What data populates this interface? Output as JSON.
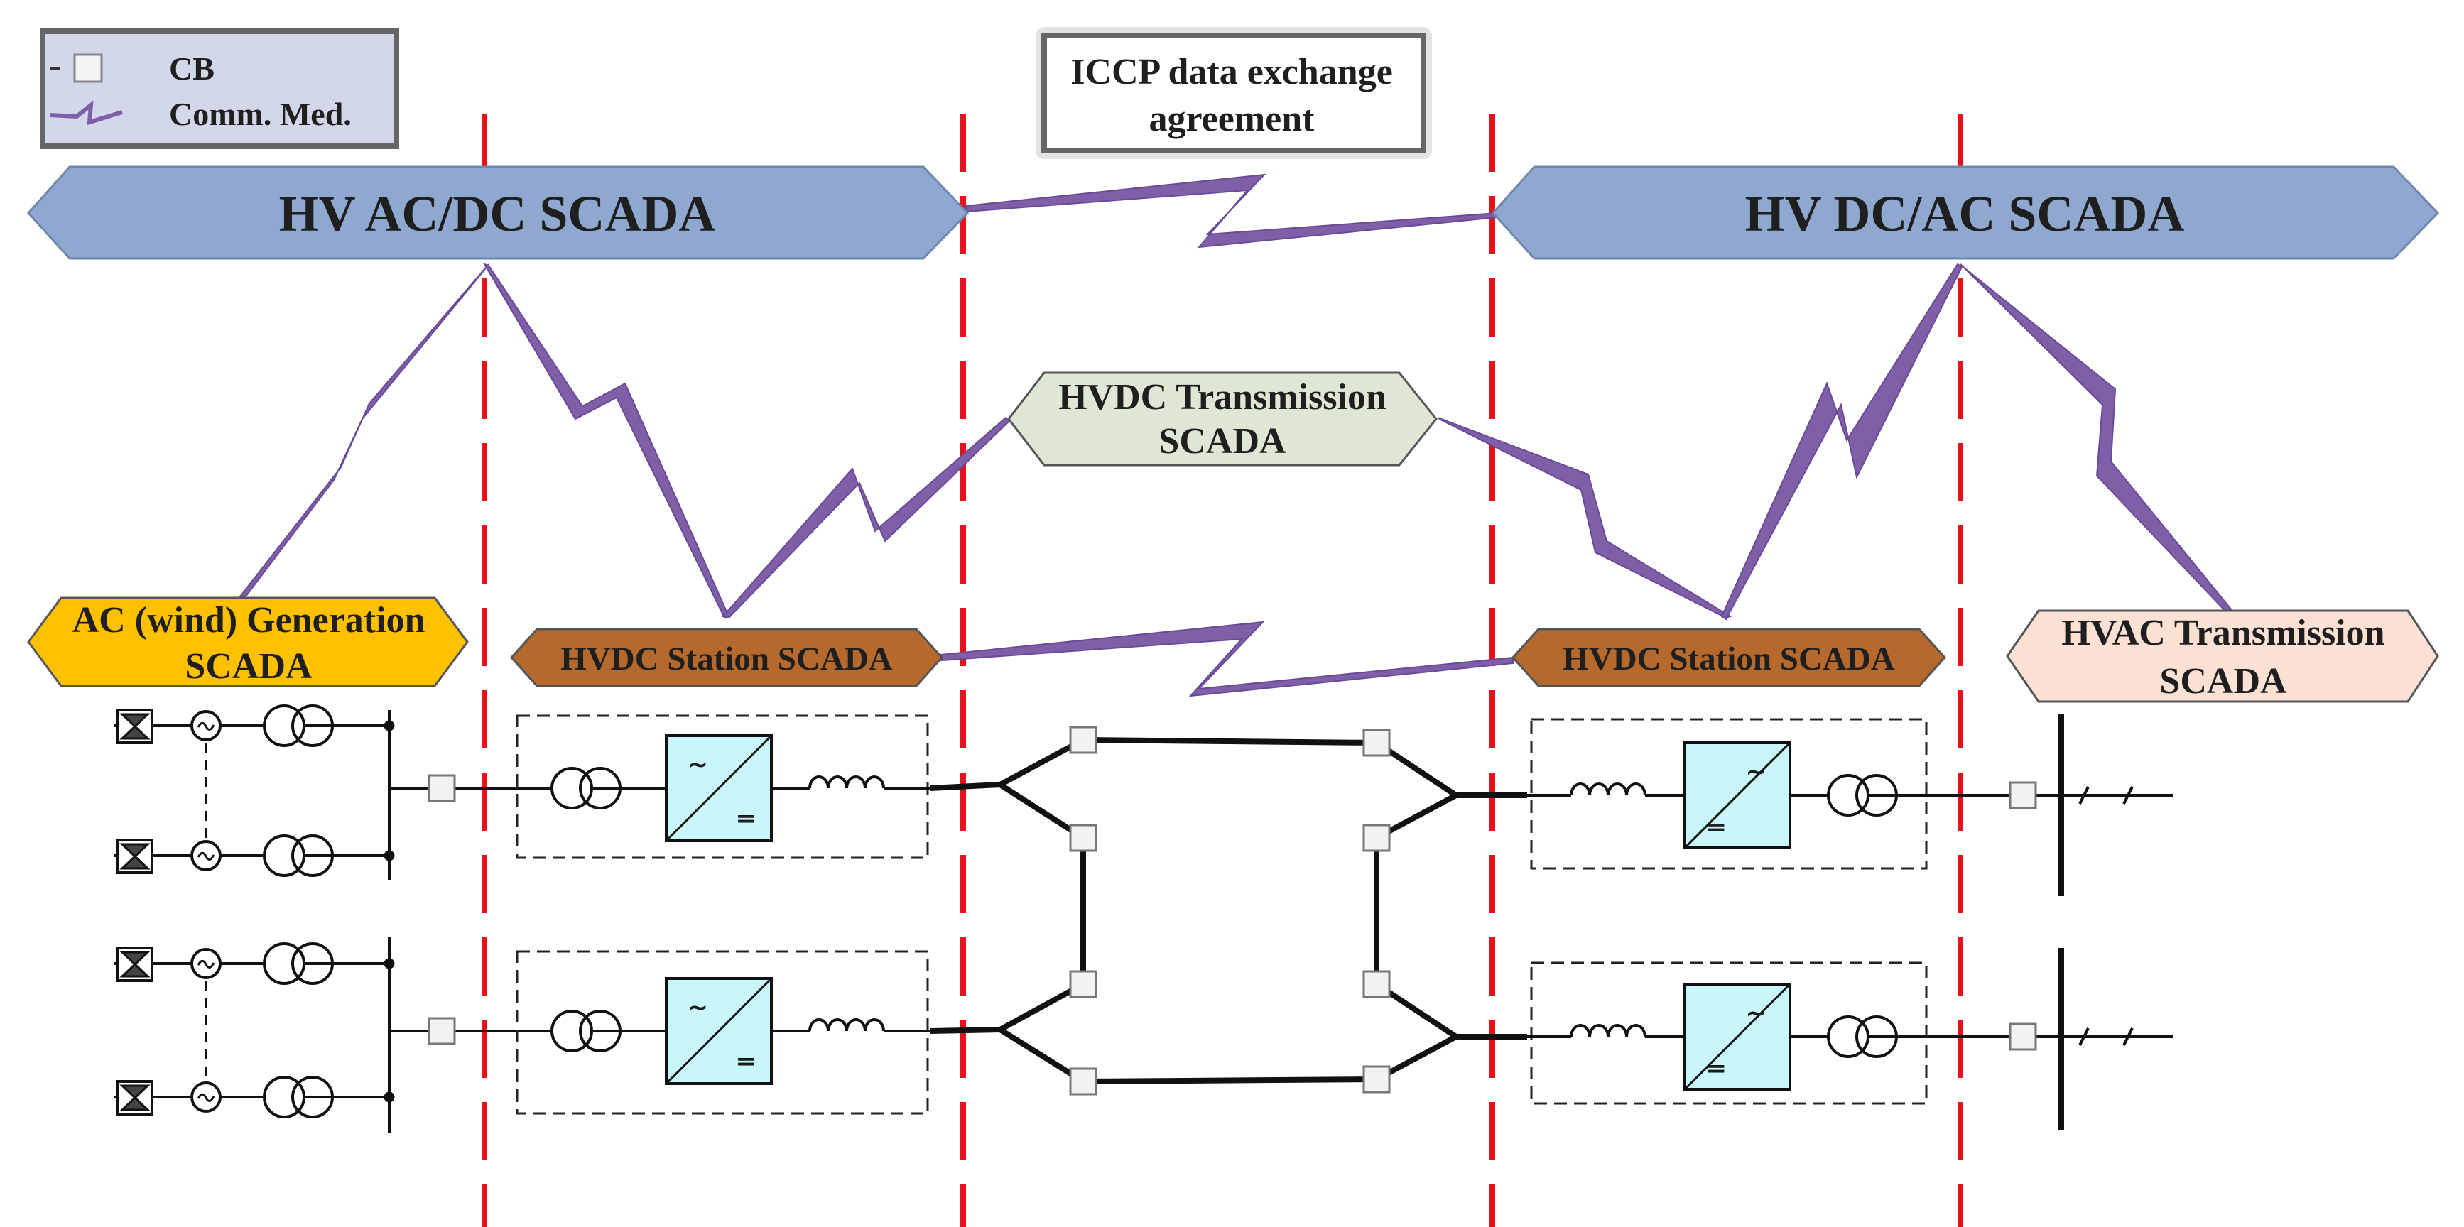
{
  "legend": {
    "cb_label": "CB",
    "comm_label": "Comm. Med."
  },
  "iccp": {
    "line1": "ICCP data exchange",
    "line2": "agreement"
  },
  "control_centers": {
    "left": "HV AC/DC SCADA",
    "right": "HV DC/AC SCADA"
  },
  "transmission": {
    "line1": "HVDC Transmission",
    "line2": "SCADA"
  },
  "generation": {
    "line1": "AC (wind) Generation",
    "line2": "SCADA"
  },
  "stations": {
    "left": "HVDC Station SCADA",
    "right": "HVDC Station SCADA"
  },
  "hvac": {
    "line1": "HVAC Transmission",
    "line2": "SCADA"
  },
  "converter_symbols": {
    "ac": "~",
    "dc": "="
  },
  "colors": {
    "control_center_fill": "#8fa8d0",
    "transmission_fill": "#dfe6d4",
    "generation_fill": "#ffc000",
    "station_fill": "#b5692c",
    "hvac_fill": "#fbe0d4",
    "comm_link": "#7f5fa8",
    "zone_boundary": "#e8101a",
    "converter_fill": "#c8f6fb",
    "legend_fill": "#d2d8ea"
  }
}
